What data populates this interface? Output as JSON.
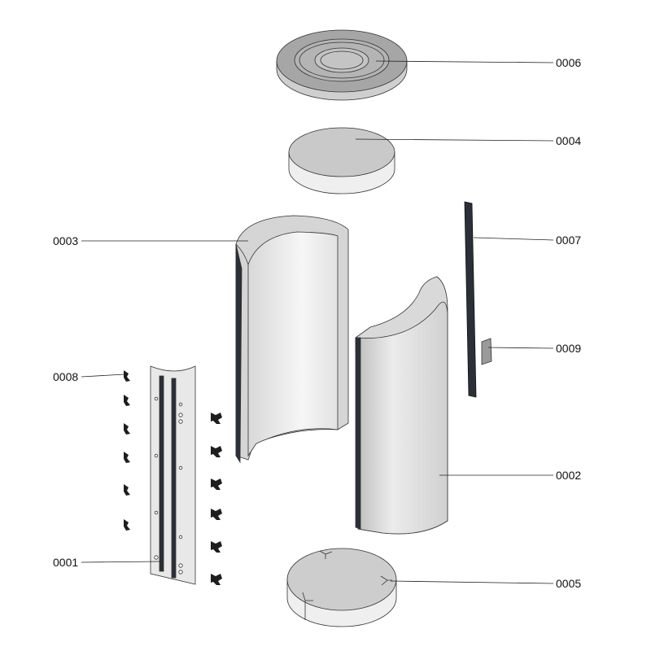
{
  "labels": {
    "p0001": "0001",
    "p0002": "0002",
    "p0003": "0003",
    "p0004": "0004",
    "p0005": "0005",
    "p0006": "0006",
    "p0007": "0007",
    "p0008": "0008",
    "p0009": "0009"
  },
  "colors": {
    "part_light": "#e6e6e6",
    "part_mid": "#c8c8c8",
    "part_dark": "#9a9a9a",
    "strip": "#2a2f38",
    "outline": "#333333"
  }
}
